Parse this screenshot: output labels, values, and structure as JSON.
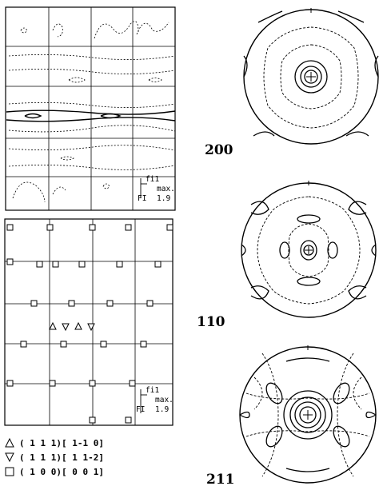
{
  "pole_figures": [
    {
      "label": "200"
    },
    {
      "label": "110"
    },
    {
      "label": "211"
    }
  ],
  "odf_section": {
    "fi_label": "fi1",
    "max_label": "max.",
    "fi_prefix": "FI",
    "max_value": "1.9"
  },
  "ideal_orientations": {
    "fi_label": "fi1",
    "max_label": "max.",
    "fi_prefix": "FI",
    "max_value": "1.9"
  },
  "legend": [
    {
      "symbol": "triangle-up",
      "text": "( 1 1 1)[ 1-1 0]"
    },
    {
      "symbol": "triangle-down",
      "text": "( 1 1 1)[ 1 1-2]"
    },
    {
      "symbol": "square",
      "text": "( 1 0 0)[ 0 0 1]"
    }
  ]
}
